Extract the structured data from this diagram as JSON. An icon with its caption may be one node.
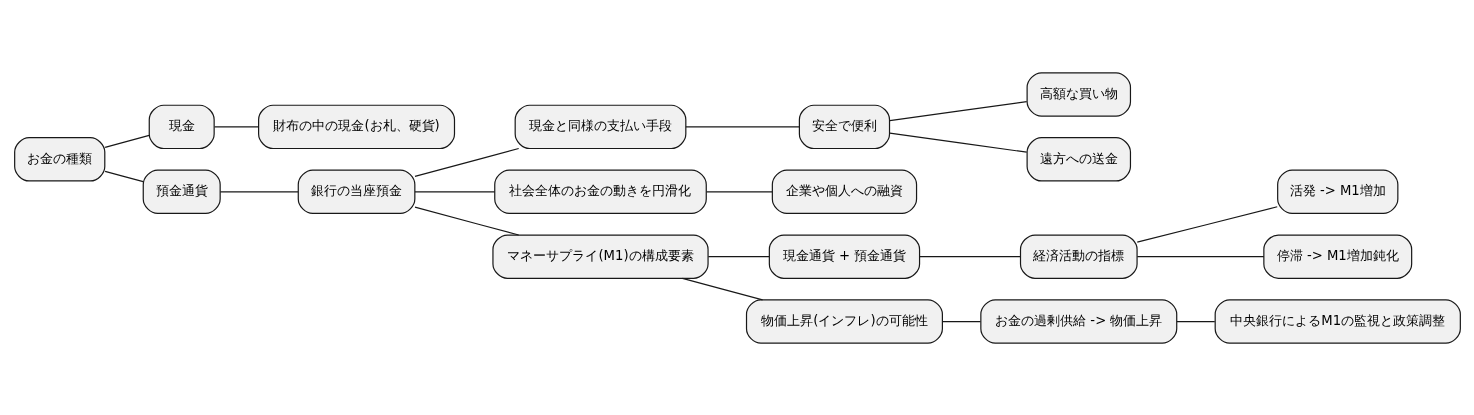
{
  "diagram": {
    "nodes": [
      {
        "text": [
          "お金の種類"
        ]
      },
      {
        "text": [
          "現金"
        ]
      },
      {
        "text": [
          "財布の中の現金(お札、硬貨)"
        ]
      },
      {
        "text": [
          "預金通貨"
        ]
      },
      {
        "text": [
          "銀行の当座預金"
        ]
      },
      {
        "text": [
          "現金と同様の支払い手段"
        ]
      },
      {
        "text": [
          "安全で便利"
        ]
      },
      {
        "text": [
          "高額な買い物"
        ]
      },
      {
        "text": [
          "遠方への送金"
        ]
      },
      {
        "text": [
          "社会全体のお金の動きを円滑化"
        ]
      },
      {
        "text": [
          "企業や個人への融資"
        ]
      },
      {
        "text": [
          "マネーサプライ(M1)の構成要素"
        ]
      },
      {
        "text": [
          "現金通貨 + 預金通貨"
        ]
      },
      {
        "text": [
          "経済活動の指標"
        ]
      },
      {
        "text": [
          "活発 -> M1増加"
        ]
      },
      {
        "text": [
          "停滞 -> M1増加鈍化"
        ]
      },
      {
        "text": [
          "物価上昇(インフレ)の可能性"
        ]
      },
      {
        "text": [
          "お金の過剰供給 -> 物価上昇"
        ]
      },
      {
        "text": [
          "中央銀行によるM1の監視と政策調整"
        ]
      }
    ],
    "edges": [
      {
        "from": 0,
        "to": 1,
        "arrow": "none"
      },
      {
        "from": 1,
        "to": 2,
        "arrow": "none"
      },
      {
        "from": 0,
        "to": 3,
        "arrow": "none"
      },
      {
        "from": 3,
        "to": 4,
        "arrow": "none"
      },
      {
        "from": 4,
        "to": 5,
        "arrow": "none"
      },
      {
        "from": 5,
        "to": 6,
        "arrow": "none"
      },
      {
        "from": 6,
        "to": 7,
        "arrow": "none"
      },
      {
        "from": 6,
        "to": 8,
        "arrow": "none"
      },
      {
        "from": 4,
        "to": 9,
        "arrow": "none"
      },
      {
        "from": 9,
        "to": 10,
        "arrow": "none"
      },
      {
        "from": 4,
        "to": 11,
        "arrow": "none"
      },
      {
        "from": 11,
        "to": 12,
        "arrow": "none"
      },
      {
        "from": 12,
        "to": 13,
        "arrow": "none"
      },
      {
        "from": 13,
        "to": 14,
        "arrow": "none"
      },
      {
        "from": 13,
        "to": 15,
        "arrow": "none"
      },
      {
        "from": 11,
        "to": 16,
        "arrow": "none"
      },
      {
        "from": 16,
        "to": 17,
        "arrow": "none"
      },
      {
        "from": 17,
        "to": 18,
        "arrow": "none"
      }
    ]
  }
}
